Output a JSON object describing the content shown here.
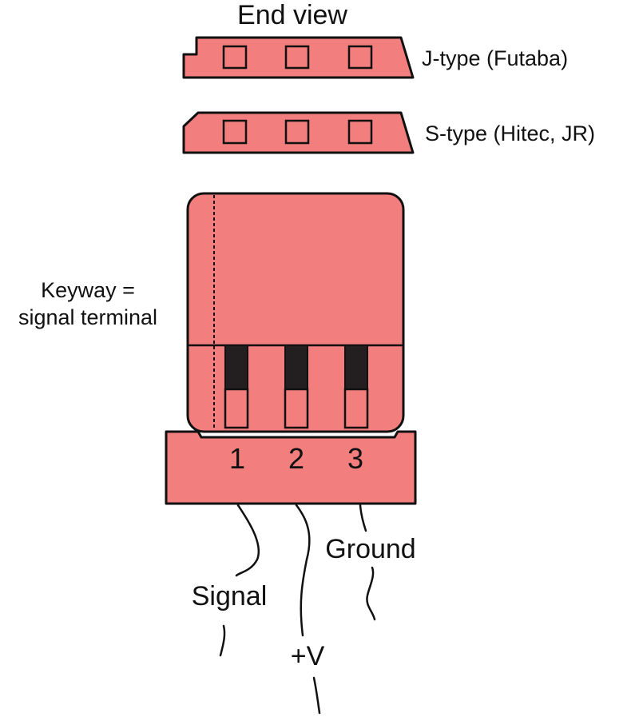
{
  "title": "End view",
  "connectors": {
    "j_type": {
      "label": "J-type (Futaba)"
    },
    "s_type": {
      "label": "S-type (Hitec, JR)"
    }
  },
  "keyway_label": [
    "Keyway =",
    "signal terminal"
  ],
  "pins": [
    {
      "number": "1",
      "wire": "Signal"
    },
    {
      "number": "2",
      "wire": "+V"
    },
    {
      "number": "3",
      "wire": "Ground"
    }
  ],
  "colors": {
    "connector_fill": "#f27e7e",
    "pin_black": "#231f20",
    "outline": "#111111"
  }
}
